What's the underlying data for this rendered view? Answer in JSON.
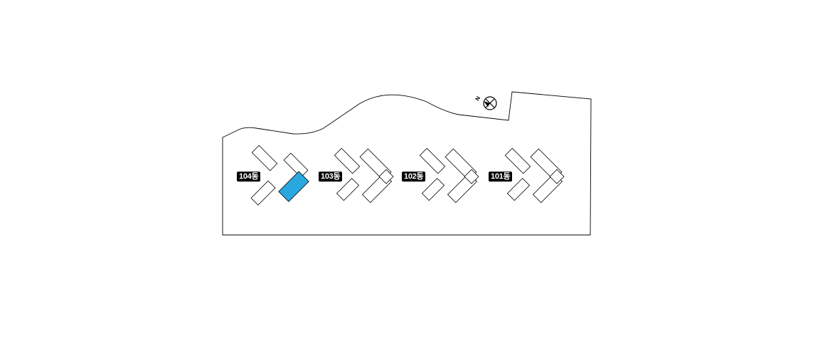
{
  "site_plan": {
    "north_label": "N",
    "selected_color": "#29a8df",
    "buildings": [
      {
        "label": "104동",
        "selected": true
      },
      {
        "label": "103동",
        "selected": false
      },
      {
        "label": "102동",
        "selected": false
      },
      {
        "label": "101동",
        "selected": false
      }
    ]
  }
}
